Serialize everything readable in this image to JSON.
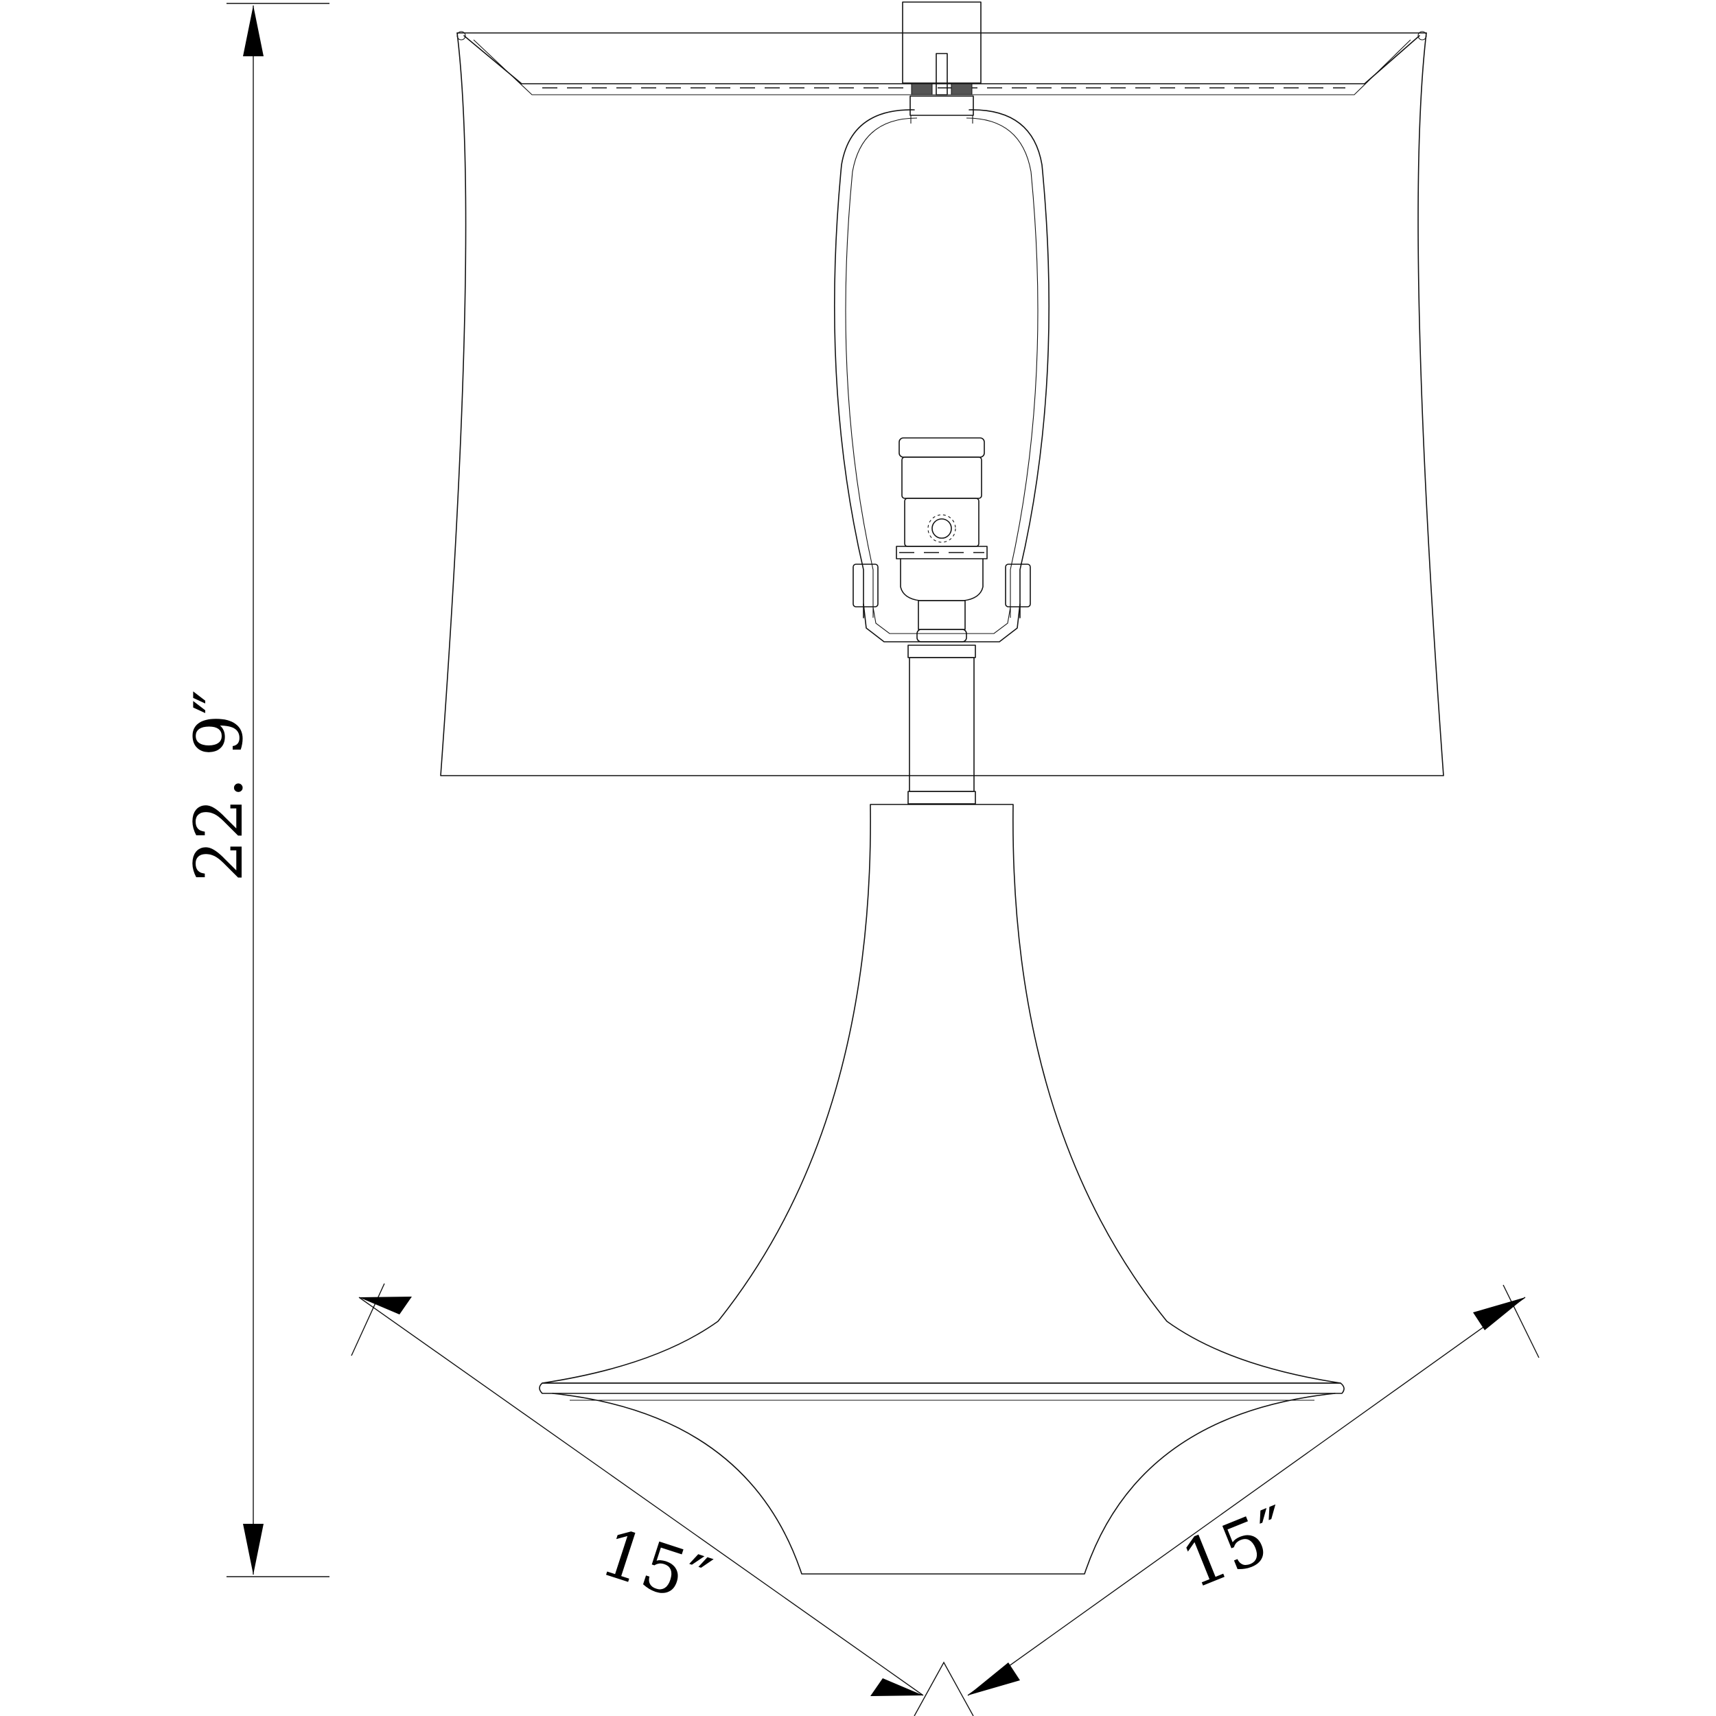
{
  "dimensions": {
    "height": "22. 9″",
    "depth": "15″",
    "width": "15″"
  },
  "colors": {
    "line": "#111111",
    "background": "#ffffff"
  }
}
